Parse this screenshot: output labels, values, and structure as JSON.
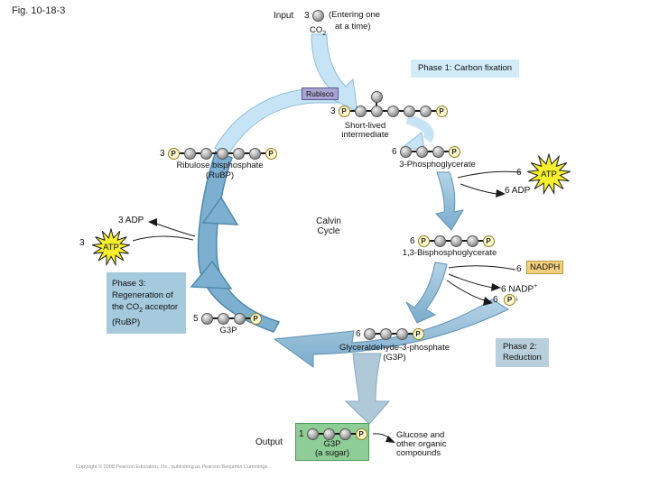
{
  "figure_label": "Fig. 10-18-3",
  "copyright": "Copyright © 2008 Pearson Education, Inc., publishing as Pearson Benjamin Cummings.",
  "glyphs": {
    "phosphate": "P",
    "carbon_sphere": "gray-ball"
  },
  "colors": {
    "arrow_light": "#c6e4f5",
    "arrow_light_edge": "#8cbdd9",
    "arrow_steel_edge": "#5f93b5",
    "band": "#7db0d0",
    "band_edge": "#4f89ad",
    "arrow_out": "#b0c9d8",
    "arrow_out_edge": "#87a7ba",
    "phase1_bg": "#d2ecfa",
    "phase2_bg": "#b9d0dc",
    "phase3_bg": "#a5c9dd",
    "rubisco_bg": "#a7a3d2",
    "rubisco_border": "#5c5794",
    "nadph_bg": "#f2d07e",
    "nadph_border": "#b89a40",
    "output_bg": "#8ecd96",
    "output_border": "#4f9c59",
    "star": "#f7ef2d",
    "phosphate_bg": "#fdf7cb",
    "phosphate_border": "#8f7d1e"
  },
  "input": {
    "label": "Input",
    "note1": "(Entering one",
    "note2": "at a time)",
    "formula": "CO",
    "formula_sub": "2"
  },
  "phase1": {
    "text": "Phase 1: Carbon fixation"
  },
  "phase2": {
    "line1": "Phase 2:",
    "line2": "Reduction"
  },
  "phase3": {
    "line1": "Phase 3:",
    "line2": "Regeneration of",
    "line3a": "the CO",
    "line3sub": "2",
    "line3b": " acceptor",
    "line4": "(RuBP)"
  },
  "rubisco_label": "Rubisco",
  "calvin": {
    "line1": "Calvin",
    "line2": "Cycle"
  },
  "molecules": {
    "co2_in": {
      "count": "3",
      "chain": "C"
    },
    "rubp": {
      "count": "3",
      "chain": "PCCCCCP",
      "label1": "Ribulose bisphosphate",
      "label2": "(RuBP)"
    },
    "intermediate": {
      "count": "3",
      "chain": "PCCCCCP",
      "branch_above": 2,
      "label1": "Short-lived",
      "label2": "intermediate"
    },
    "pga": {
      "count": "6",
      "chain": "CCCP",
      "label1": "3-Phosphoglycerate"
    },
    "bpg": {
      "count": "6",
      "chain": "PCCCP",
      "label1": "1,3-Bisphosphoglycerate"
    },
    "g3p_six": {
      "count": "6",
      "chain": "CCCP",
      "label1": "Glyceraldehyde-3-phosphate",
      "label2": "(G3P)"
    },
    "g3p_five": {
      "count": "5",
      "chain": "CCCP",
      "label1": "G3P"
    },
    "g3p_out": {
      "count": "1",
      "chain": "CCCP",
      "label1": "G3P",
      "label2": "(a sugar)"
    }
  },
  "energy": {
    "atp3_count": "3",
    "atp3_label": "ATP",
    "adp3_label": "3 ADP",
    "atp6_count": "6",
    "atp6_label": "ATP",
    "adp6_label": "6 ADP",
    "nadph_count": "6",
    "nadph_label": "NADPH",
    "nadp_label": "6 NADP",
    "nadp_sup": "+",
    "pi_count": "6",
    "pi_label": "P",
    "pi_sub": "i"
  },
  "output": {
    "label": "Output",
    "product1": "Glucose and",
    "product2": "other organic",
    "product3": "compounds"
  }
}
